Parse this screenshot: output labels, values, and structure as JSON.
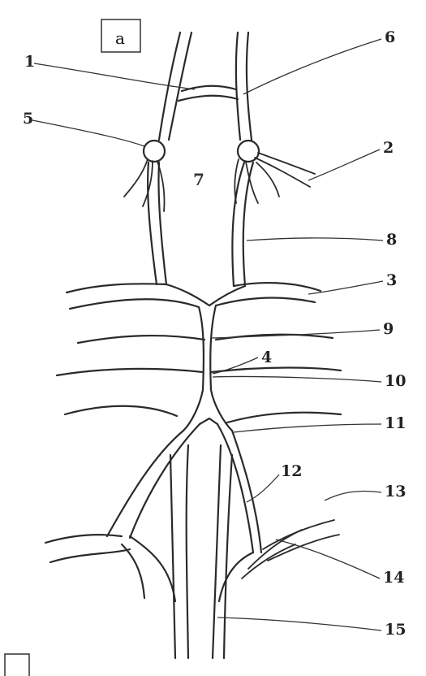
{
  "panel_label": "a",
  "labels": {
    "n1": "1",
    "n2": "2",
    "n3": "3",
    "n4": "4",
    "n5": "5",
    "n6": "6",
    "n7": "7",
    "n8": "8",
    "n9": "9",
    "n10": "10",
    "n11": "11",
    "n12": "12",
    "n13": "13",
    "n14": "14",
    "n15": "15"
  }
}
